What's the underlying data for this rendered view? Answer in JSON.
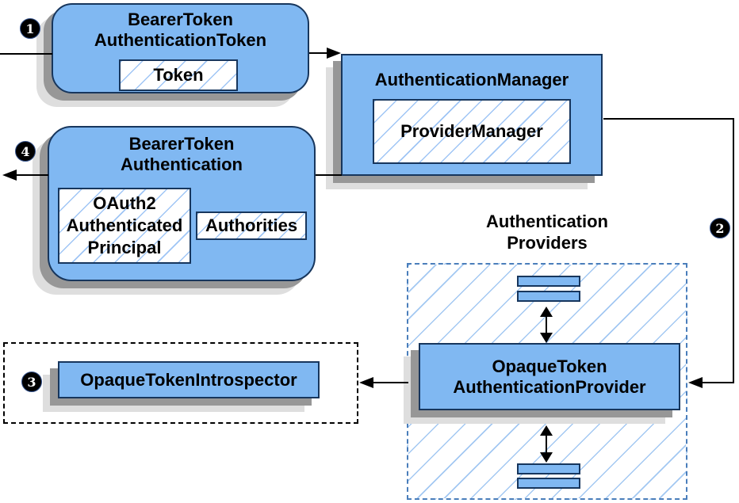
{
  "steps": {
    "s1": "1",
    "s2": "2",
    "s3": "3",
    "s4": "4"
  },
  "boxes": {
    "bearer_token_authentication_token": {
      "line1": "BearerToken",
      "line2": "AuthenticationToken",
      "token": "Token"
    },
    "authentication_manager": {
      "title": "AuthenticationManager",
      "provider_manager": "ProviderManager"
    },
    "bearer_token_authentication": {
      "line1": "BearerToken",
      "line2": "Authentication",
      "principal_line1": "OAuth2",
      "principal_line2": "Authenticated",
      "principal_line3": "Principal",
      "authorities": "Authorities"
    },
    "authentication_providers_label": {
      "line1": "Authentication",
      "line2": "Providers"
    },
    "opaque_token_authentication_provider": {
      "line1": "OpaqueToken",
      "line2": "AuthenticationProvider"
    },
    "opaque_token_introspector": {
      "label": "OpaqueTokenIntrospector"
    }
  },
  "colors": {
    "box_fill": "#80b8f2",
    "box_border": "#17365d",
    "hatch_line": "#9fc5f5",
    "dashed_blue_border": "#4a7ebb",
    "dashed_black_border": "#000000",
    "shadow_dark": "#979797",
    "shadow_light": "#dedede",
    "connector": "#000000",
    "badge_bg": "#000000",
    "badge_text": "#ffffff"
  }
}
